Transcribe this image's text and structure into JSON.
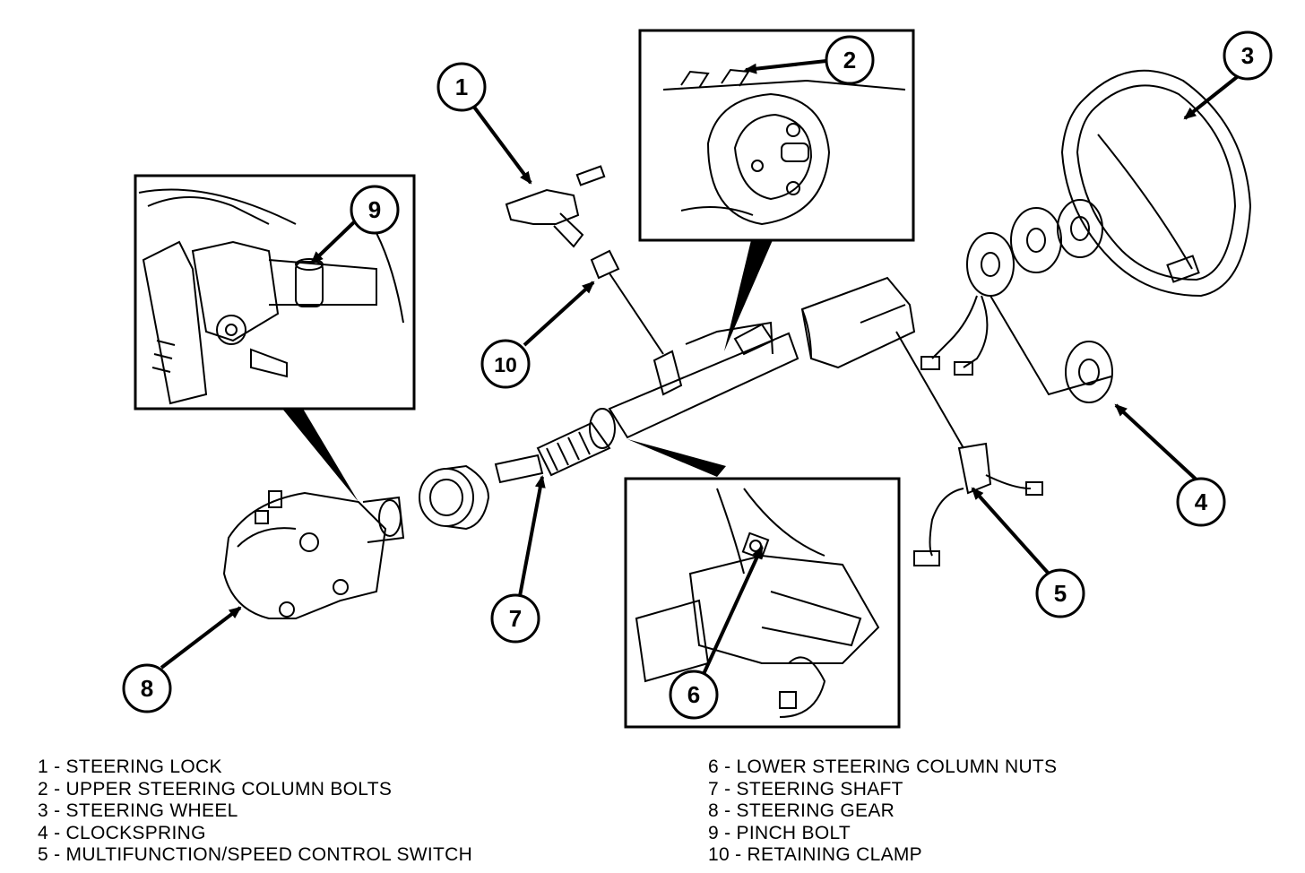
{
  "callouts": [
    {
      "number": "1",
      "label": "STEERING LOCK"
    },
    {
      "number": "2",
      "label": "UPPER STEERING COLUMN BOLTS"
    },
    {
      "number": "3",
      "label": "STEERING WHEEL"
    },
    {
      "number": "4",
      "label": "CLOCKSPRING"
    },
    {
      "number": "5",
      "label": "MULTIFUNCTION/SPEED CONTROL SWITCH"
    },
    {
      "number": "6",
      "label": "LOWER STEERING COLUMN NUTS"
    },
    {
      "number": "7",
      "label": "STEERING SHAFT"
    },
    {
      "number": "8",
      "label": "STEERING GEAR"
    },
    {
      "number": "9",
      "label": "PINCH BOLT"
    },
    {
      "number": "10",
      "label": "RETAINING CLAMP"
    }
  ],
  "legend": {
    "left": [
      "1 - STEERING LOCK",
      "2 - UPPER STEERING COLUMN BOLTS",
      "3 - STEERING WHEEL",
      "4 - CLOCKSPRING",
      "5 - MULTIFUNCTION/SPEED CONTROL SWITCH"
    ],
    "right": [
      "6 - LOWER STEERING COLUMN NUTS",
      "7 - STEERING SHAFT",
      "8 - STEERING GEAR",
      "9 - PINCH BOLT",
      "10 - RETAINING CLAMP"
    ]
  }
}
